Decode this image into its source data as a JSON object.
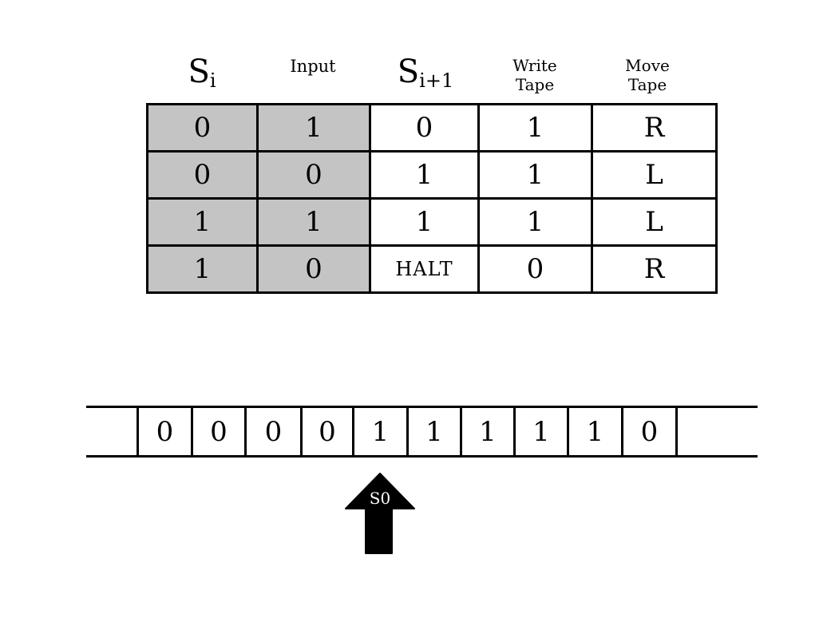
{
  "headers": {
    "state": {
      "letter": "S",
      "sub": "i"
    },
    "input": "Input",
    "next_state": {
      "letter": "S",
      "sub": "i+1"
    },
    "write_tape": [
      "Write",
      "Tape"
    ],
    "move_tape": [
      "Move",
      "Tape"
    ]
  },
  "rules": [
    {
      "state": "0",
      "input": "1",
      "next": "0",
      "write": "1",
      "move": "R"
    },
    {
      "state": "0",
      "input": "0",
      "next": "1",
      "write": "1",
      "move": "L"
    },
    {
      "state": "1",
      "input": "1",
      "next": "1",
      "write": "1",
      "move": "L"
    },
    {
      "state": "1",
      "input": "0",
      "next": "HALT",
      "write": "0",
      "move": "R"
    }
  ],
  "tape": [
    "0",
    "0",
    "0",
    "0",
    "1",
    "1",
    "1",
    "1",
    "1",
    "0"
  ],
  "head": {
    "label": "S0",
    "cell_index": 4
  },
  "colors": {
    "input_shade": "#c4c4c4",
    "line": "#000000"
  }
}
